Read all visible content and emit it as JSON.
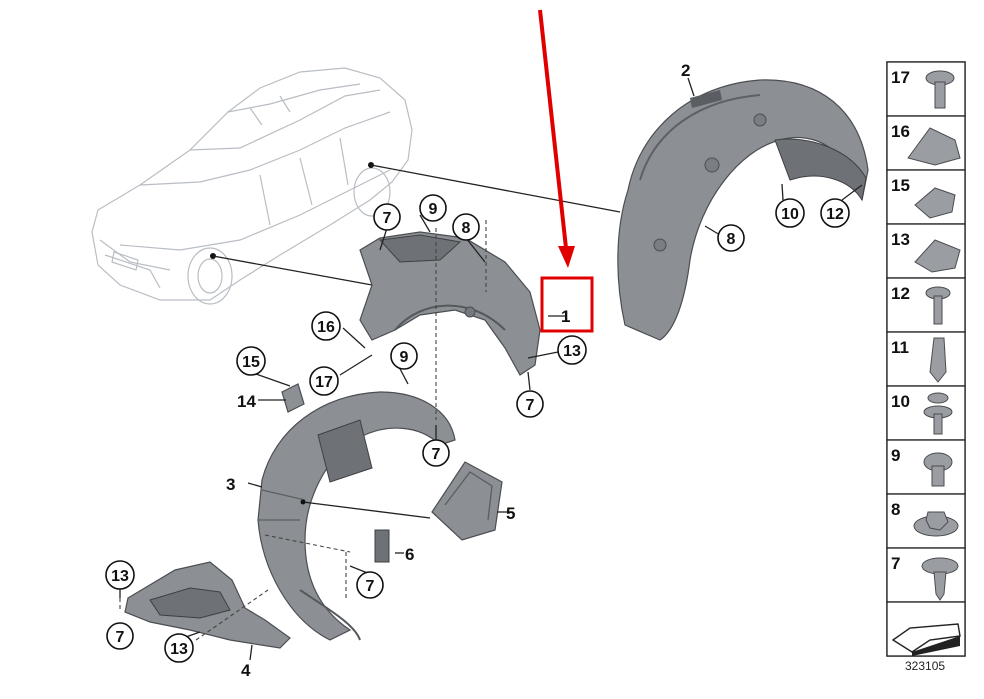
{
  "reference_number": "323105",
  "callouts": {
    "c1": "1",
    "c2": "2",
    "c3": "3",
    "c4": "4",
    "c5": "5",
    "c6": "6",
    "c7a": "7",
    "c7b": "7",
    "c7c": "7",
    "c7d": "7",
    "c7e": "7",
    "c8a": "8",
    "c8b": "8",
    "c9a": "9",
    "c9b": "9",
    "c10": "10",
    "c12": "12",
    "c13a": "13",
    "c13b": "13",
    "c13c": "13",
    "c14": "14",
    "c15": "15",
    "c16": "16",
    "c17": "17"
  },
  "legend": [
    "17",
    "16",
    "15",
    "13",
    "12",
    "11",
    "10",
    "9",
    "8",
    "7"
  ],
  "colors": {
    "highlight": "#e00000",
    "part_fill": "#8c8f93",
    "car_outline": "#b9bec4"
  }
}
